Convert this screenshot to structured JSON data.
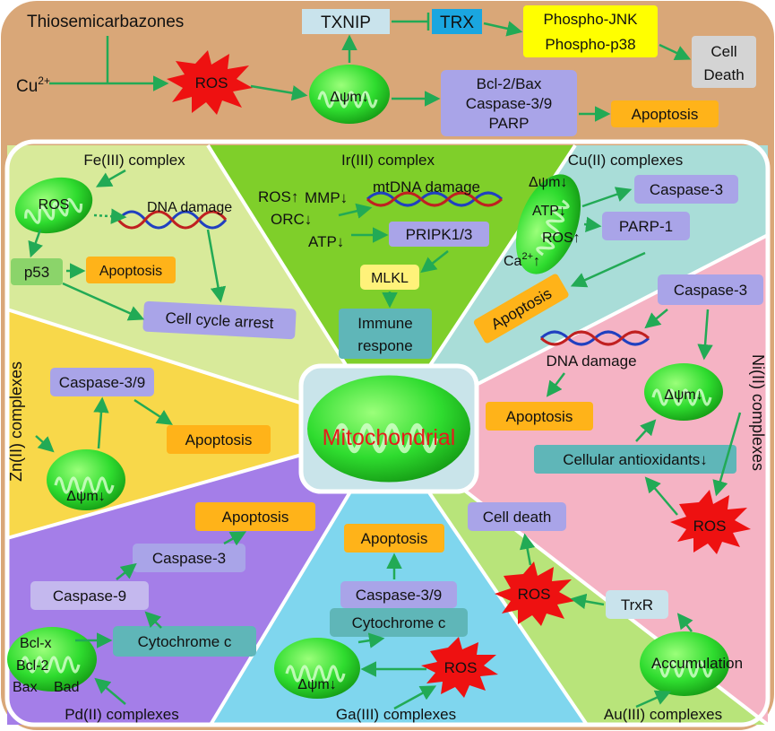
{
  "colors": {
    "top_bg": "#d9a778",
    "fe_bg": "#d8ea9a",
    "ir_bg": "#7fcf2a",
    "cu_bg": "#a9ddd8",
    "ni_bg": "#f5b3c4",
    "zn_bg": "#f8d84a",
    "pd_bg": "#a47ee8",
    "ga_bg": "#7fd6ee",
    "au_bg": "#b8e47a",
    "center_bg": "#c9e4ea",
    "arrow": "#22aa55",
    "box_purple": "#a9a4e8",
    "box_orange": "#ffb319",
    "box_yellow": "#ffff00",
    "box_teal": "#5fb6b8",
    "box_lightblue": "#c9e3ec",
    "box_blue": "#1aa6e0",
    "box_gray": "#d4d4d4",
    "box_green": "#8bd46a",
    "ros_red": "#ee1111",
    "mito": "#3ee23e"
  },
  "top": {
    "thiosemicarbazones": "Thiosemicarbazones",
    "cu_base": "Cu",
    "cu_sup": "2+",
    "ros": "ROS",
    "txnip": "TXNIP",
    "trx": "TRX",
    "phospho_jnk": "Phospho-JNK",
    "phospho_p38": "Phospho-p38",
    "cell_death_1": "Cell",
    "cell_death_2": "Death",
    "dpsi": "Δψm↓",
    "bcl_1": "Bcl-2/Bax",
    "bcl_2": "Caspase-3/9",
    "bcl_3": "PARP",
    "apoptosis": "Apoptosis"
  },
  "fe": {
    "title": "Fe(III) complex",
    "ros": "ROS",
    "dna": "DNA damage",
    "p53": "p53",
    "apoptosis": "Apoptosis",
    "arrest": "Cell cycle arrest"
  },
  "ir": {
    "title": "Ir(III) complex",
    "ros": "ROS↑",
    "mmp": "MMP↓",
    "orc": "ORC↓",
    "atp": "ATP↓",
    "mtdna": "mtDNA damage",
    "pripk": "PRIPK1/3",
    "mlkl": "MLKL",
    "immune_1": "Immune",
    "immune_2": "respone"
  },
  "cu": {
    "title": "Cu(II) complexes",
    "dpsi": "Δψm↓",
    "atp": "ATP↓",
    "ros": "ROS↑",
    "ca_base": "Ca",
    "ca_sup": "2+",
    "ca_arrow": "↑",
    "caspase": "Caspase-3",
    "parp": "PARP-1",
    "apoptosis": "Apoptosis"
  },
  "ni": {
    "title": "Ni(II) complexes",
    "caspase": "Caspase-3",
    "dna": "DNA damage",
    "apoptosis": "Apoptosis",
    "dpsi": "Δψm↓",
    "antioxidants": "Cellular antioxidants↓",
    "ros": "ROS"
  },
  "zn": {
    "title": "Zn(II) complexes",
    "caspase": "Caspase-3/9",
    "apoptosis": "Apoptosis",
    "dpsi": "Δψm↓"
  },
  "center": {
    "label": "Mitochondrial"
  },
  "pd": {
    "title": "Pd(II) complexes",
    "apoptosis": "Apoptosis",
    "caspase3": "Caspase-3",
    "caspase9": "Caspase-9",
    "cytc": "Cytochrome c",
    "bclx": "Bcl-x",
    "bcl2": "Bcl-2",
    "bax": "Bax",
    "bad": "Bad"
  },
  "ga": {
    "title": "Ga(III) complexes",
    "apoptosis": "Apoptosis",
    "caspase": "Caspase-3/9",
    "cytc": "Cytochrome c",
    "dpsi": "Δψm↓",
    "ros": "ROS"
  },
  "au": {
    "title": "Au(III) complexes",
    "cell_death": "Cell death",
    "ros": "ROS",
    "trxr": "TrxR",
    "accumulation": "Accumulation"
  }
}
